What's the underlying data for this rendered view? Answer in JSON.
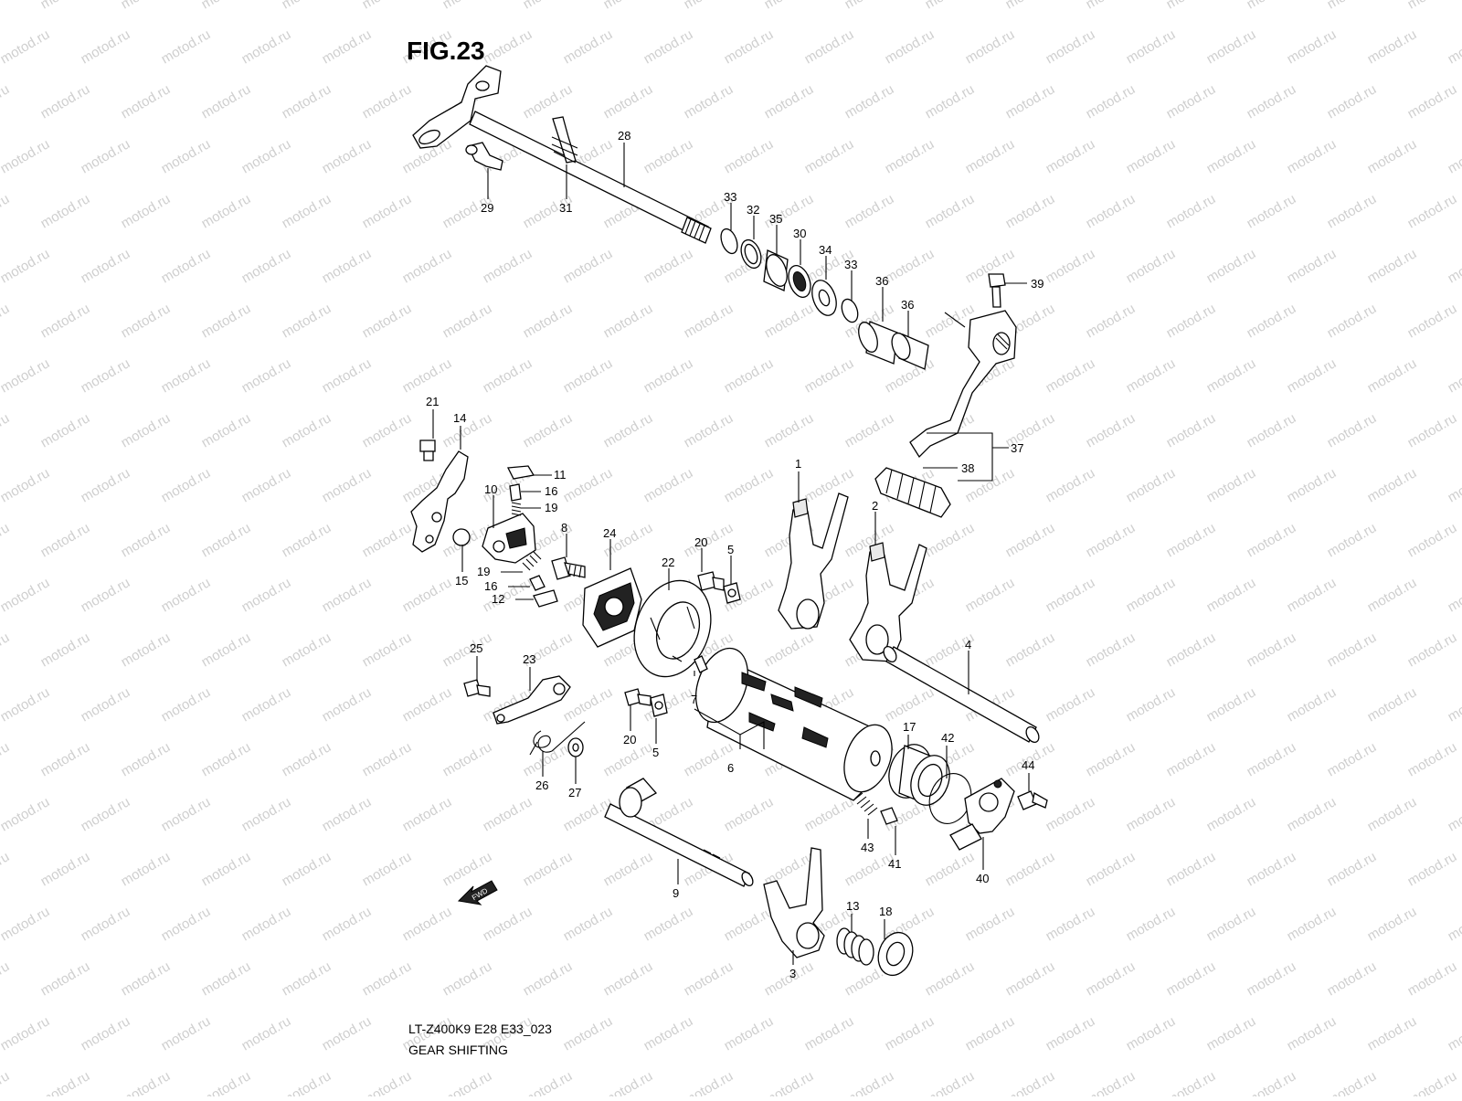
{
  "figure": {
    "title": "FIG.23",
    "code": "LT-Z400K9 E28 E33_023",
    "name": "GEAR SHIFTING",
    "watermark": "motod.ru",
    "direction_marker": "FWD"
  },
  "callouts": {
    "c1": "1",
    "c2": "2",
    "c3": "3",
    "c4": "4",
    "c5a": "5",
    "c5b": "5",
    "c6": "6",
    "c7": "7",
    "c8": "8",
    "c9": "9",
    "c10": "10",
    "c11": "11",
    "c12": "12",
    "c13": "13",
    "c14": "14",
    "c15": "15",
    "c16a": "16",
    "c16b": "16",
    "c17": "17",
    "c18": "18",
    "c19a": "19",
    "c19b": "19",
    "c20a": "20",
    "c20b": "20",
    "c21": "21",
    "c22": "22",
    "c23": "23",
    "c24": "24",
    "c25": "25",
    "c26": "26",
    "c27": "27",
    "c28": "28",
    "c29": "29",
    "c30": "30",
    "c31": "31",
    "c32": "32",
    "c33a": "33",
    "c33b": "33",
    "c34": "34",
    "c35": "35",
    "c36a": "36",
    "c36b": "36",
    "c37": "37",
    "c38": "38",
    "c39": "39",
    "c40": "40",
    "c41": "41",
    "c42": "42",
    "c43": "43",
    "c44": "44"
  },
  "colors": {
    "ink": "#000000",
    "watermark": "#cfcfcf",
    "background": "#ffffff"
  }
}
